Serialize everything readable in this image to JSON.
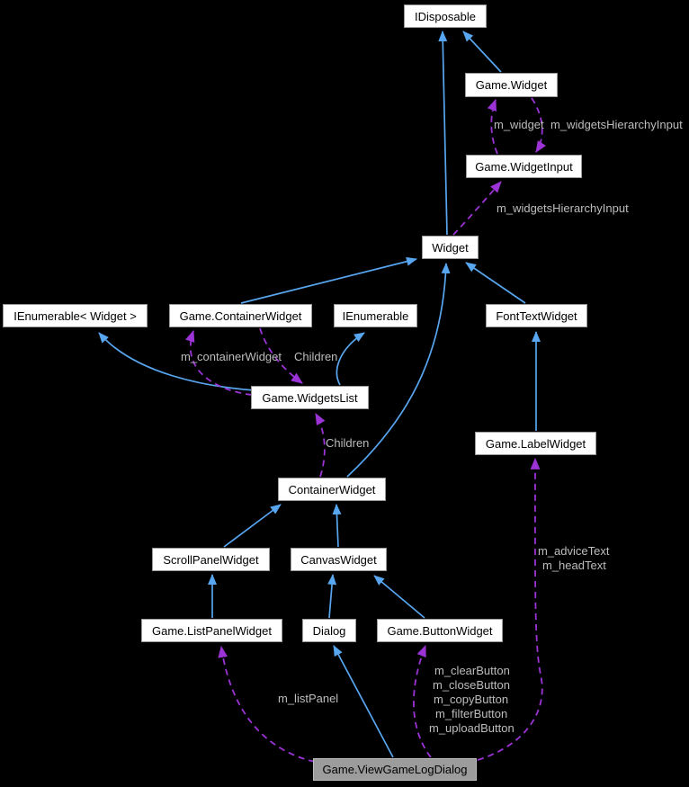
{
  "diagram": {
    "kind": "collaboration-graph",
    "highlighted_node": "Game.ViewGameLogDialog",
    "colors": {
      "background": "#000000",
      "inheritance_edge": "#58a6f0",
      "usage_edge": "#9c33d6",
      "node_fill": "#ffffff",
      "node_border": "#9a9a9a",
      "node_text": "#000000",
      "highlight_fill": "#9c9c9c",
      "edge_label_text": "#bdbdbd"
    }
  },
  "nodes": [
    {
      "label": "IDisposable"
    },
    {
      "label": "Game.Widget"
    },
    {
      "label": "Game.WidgetInput"
    },
    {
      "label": "Widget"
    },
    {
      "label": "IEnumerable< Widget >"
    },
    {
      "label": "Game.ContainerWidget"
    },
    {
      "label": "IEnumerable"
    },
    {
      "label": "FontTextWidget"
    },
    {
      "label": "Game.WidgetsList"
    },
    {
      "label": "Game.LabelWidget"
    },
    {
      "label": "ContainerWidget"
    },
    {
      "label": "ScrollPanelWidget"
    },
    {
      "label": "CanvasWidget"
    },
    {
      "label": "Game.ListPanelWidget"
    },
    {
      "label": "Dialog"
    },
    {
      "label": "Game.ButtonWidget"
    },
    {
      "label": "Game.ViewGameLogDialog"
    }
  ],
  "edges": [
    {
      "from": "Game.Widget",
      "to": "IDisposable",
      "type": "inheritance"
    },
    {
      "from": "Widget",
      "to": "IDisposable",
      "type": "inheritance"
    },
    {
      "from": "Game.ContainerWidget",
      "to": "Widget",
      "type": "inheritance"
    },
    {
      "from": "ContainerWidget",
      "to": "Widget",
      "type": "inheritance"
    },
    {
      "from": "FontTextWidget",
      "to": "Widget",
      "type": "inheritance"
    },
    {
      "from": "Game.LabelWidget",
      "to": "FontTextWidget",
      "type": "inheritance"
    },
    {
      "from": "Game.WidgetsList",
      "to": "IEnumerable< Widget >",
      "type": "inheritance"
    },
    {
      "from": "Game.WidgetsList",
      "to": "IEnumerable",
      "type": "inheritance"
    },
    {
      "from": "ScrollPanelWidget",
      "to": "ContainerWidget",
      "type": "inheritance"
    },
    {
      "from": "CanvasWidget",
      "to": "ContainerWidget",
      "type": "inheritance"
    },
    {
      "from": "Game.ListPanelWidget",
      "to": "ScrollPanelWidget",
      "type": "inheritance"
    },
    {
      "from": "Dialog",
      "to": "CanvasWidget",
      "type": "inheritance"
    },
    {
      "from": "Game.ButtonWidget",
      "to": "CanvasWidget",
      "type": "inheritance"
    },
    {
      "from": "Game.ViewGameLogDialog",
      "to": "Dialog",
      "type": "inheritance"
    },
    {
      "from": "Game.WidgetInput",
      "to": "Game.Widget",
      "type": "usage",
      "label": "m_widget"
    },
    {
      "from": "Game.Widget",
      "to": "Game.WidgetInput",
      "type": "usage",
      "label": "m_widgetsHierarchyInput"
    },
    {
      "from": "Widget",
      "to": "Game.WidgetInput",
      "type": "usage",
      "label": "m_widgetsHierarchyInput"
    },
    {
      "from": "Game.WidgetsList",
      "to": "Game.ContainerWidget",
      "type": "usage",
      "label": "m_containerWidget"
    },
    {
      "from": "Game.ContainerWidget",
      "to": "Game.WidgetsList",
      "type": "usage",
      "label": "Children"
    },
    {
      "from": "ContainerWidget",
      "to": "Game.WidgetsList",
      "type": "usage",
      "label": "Children"
    },
    {
      "from": "Game.ViewGameLogDialog",
      "to": "Game.ListPanelWidget",
      "type": "usage",
      "label": "m_listPanel"
    },
    {
      "from": "Game.ViewGameLogDialog",
      "to": "Game.ButtonWidget",
      "type": "usage",
      "label": "m_clearButton m_closeButton m_copyButton m_filterButton m_uploadButton"
    },
    {
      "from": "Game.ViewGameLogDialog",
      "to": "Game.LabelWidget",
      "type": "usage",
      "label": "m_adviceText m_headText"
    }
  ],
  "floating_labels": [
    {
      "text": "m_widget"
    },
    {
      "text": "m_widgetsHierarchyInput"
    },
    {
      "text": "m_widgetsHierarchyInput"
    },
    {
      "text": "m_containerWidget"
    },
    {
      "text": "Children"
    },
    {
      "text": "Children"
    },
    {
      "text": "m_adviceText"
    },
    {
      "text": "m_headText"
    },
    {
      "text": "m_listPanel"
    },
    {
      "text": "m_clearButton"
    },
    {
      "text": "m_closeButton"
    },
    {
      "text": "m_copyButton"
    },
    {
      "text": "m_filterButton"
    },
    {
      "text": "m_uploadButton"
    }
  ]
}
